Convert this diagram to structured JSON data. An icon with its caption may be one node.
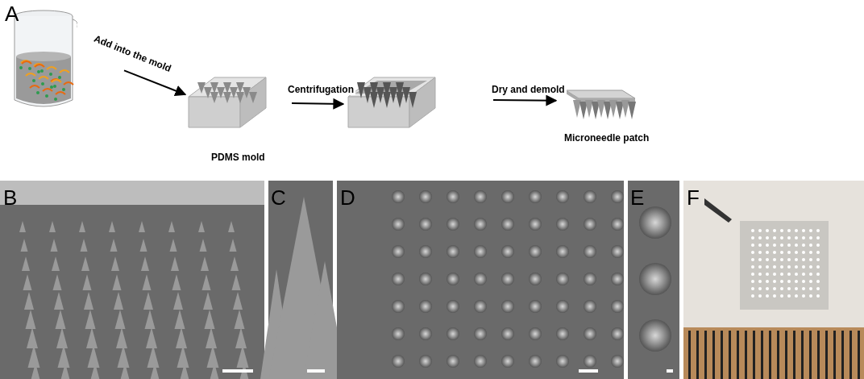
{
  "diagram": {
    "nodes": [
      {
        "text": [],
        "shape": "picture"
      },
      {
        "text": [],
        "shape": "picture",
        "beside": [
          "PDMS mold"
        ]
      },
      {
        "text": [],
        "shape": "picture"
      },
      {
        "text": [],
        "shape": "picture",
        "beside": [
          "Microneedle patch"
        ]
      }
    ],
    "edges": [
      {
        "from": 0,
        "to": 1,
        "arrow": "to",
        "label": "Add into the mold"
      },
      {
        "from": 1,
        "to": 2,
        "arrow": "to",
        "label": "Centrifugation"
      },
      {
        "from": null,
        "to": 3,
        "arrow": "to",
        "label": "Dry and demold"
      }
    ],
    "labels": [
      "A",
      "B",
      "C",
      "D",
      "E",
      "F"
    ]
  }
}
